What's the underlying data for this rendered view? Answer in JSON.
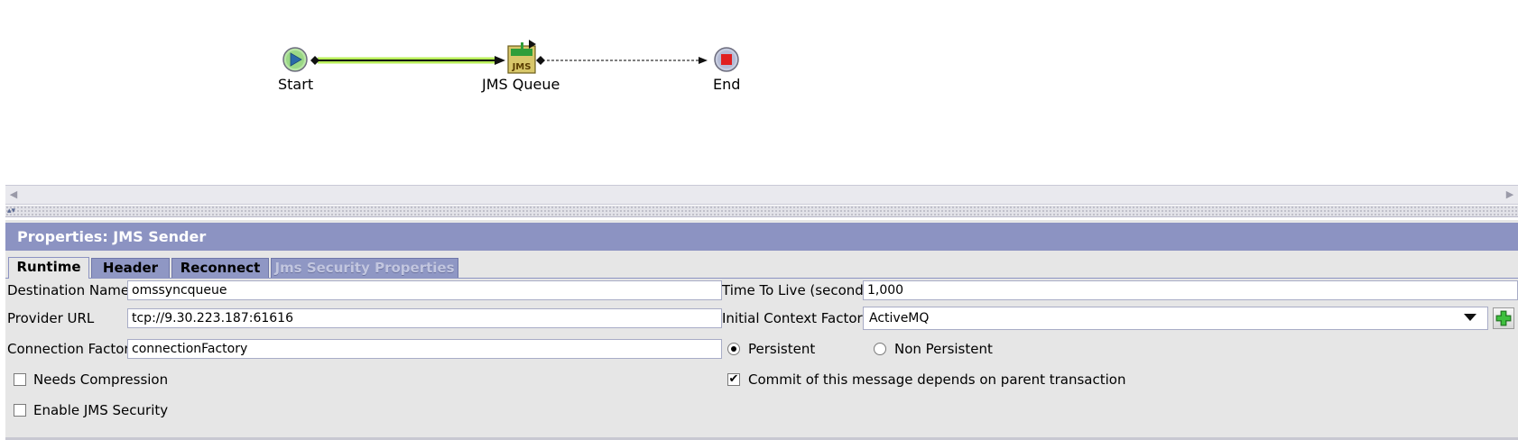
{
  "flow": {
    "nodes": [
      {
        "label": "Start",
        "icon": "play-icon"
      },
      {
        "label": "JMS Queue",
        "icon": "jms-icon"
      },
      {
        "label": "End",
        "icon": "stop-icon"
      }
    ],
    "jms_icon_text": "JMS",
    "colors": {
      "active_connector": "#b9ef5a",
      "start": "#8fd66f",
      "end": "#e02020"
    }
  },
  "panel": {
    "title": "Properties: JMS Sender",
    "tabs": [
      {
        "label": "Runtime",
        "state": "active"
      },
      {
        "label": "Header",
        "state": "normal"
      },
      {
        "label": "Reconnect",
        "state": "normal"
      },
      {
        "label": "Jms Security Properties",
        "state": "disabled"
      }
    ],
    "fields": {
      "destination_name": {
        "label": "Destination Name",
        "value": "omssyncqueue"
      },
      "time_to_live": {
        "label": "Time To Live (seconds)",
        "value": "1,000"
      },
      "provider_url": {
        "label": "Provider URL",
        "value": "tcp://9.30.223.187:61616"
      },
      "initial_context_factory": {
        "label": "Initial Context Factory",
        "value": "ActiveMQ"
      },
      "connection_factory": {
        "label": "Connection Factory",
        "value": "connectionFactory"
      }
    },
    "delivery_mode": {
      "options": [
        "Persistent",
        "Non Persistent"
      ],
      "selected": "Persistent"
    },
    "checkboxes": {
      "needs_compression": {
        "label": "Needs Compression",
        "checked": false
      },
      "commit_depends_on_parent": {
        "label": "Commit of this message depends on parent transaction",
        "checked": true
      },
      "enable_jms_security": {
        "label": "Enable JMS Security",
        "checked": false
      }
    },
    "colors": {
      "header_bg": "#8c93c2",
      "tab_bg": "#8f97c4",
      "panel_bg": "#e6e6e6"
    }
  }
}
